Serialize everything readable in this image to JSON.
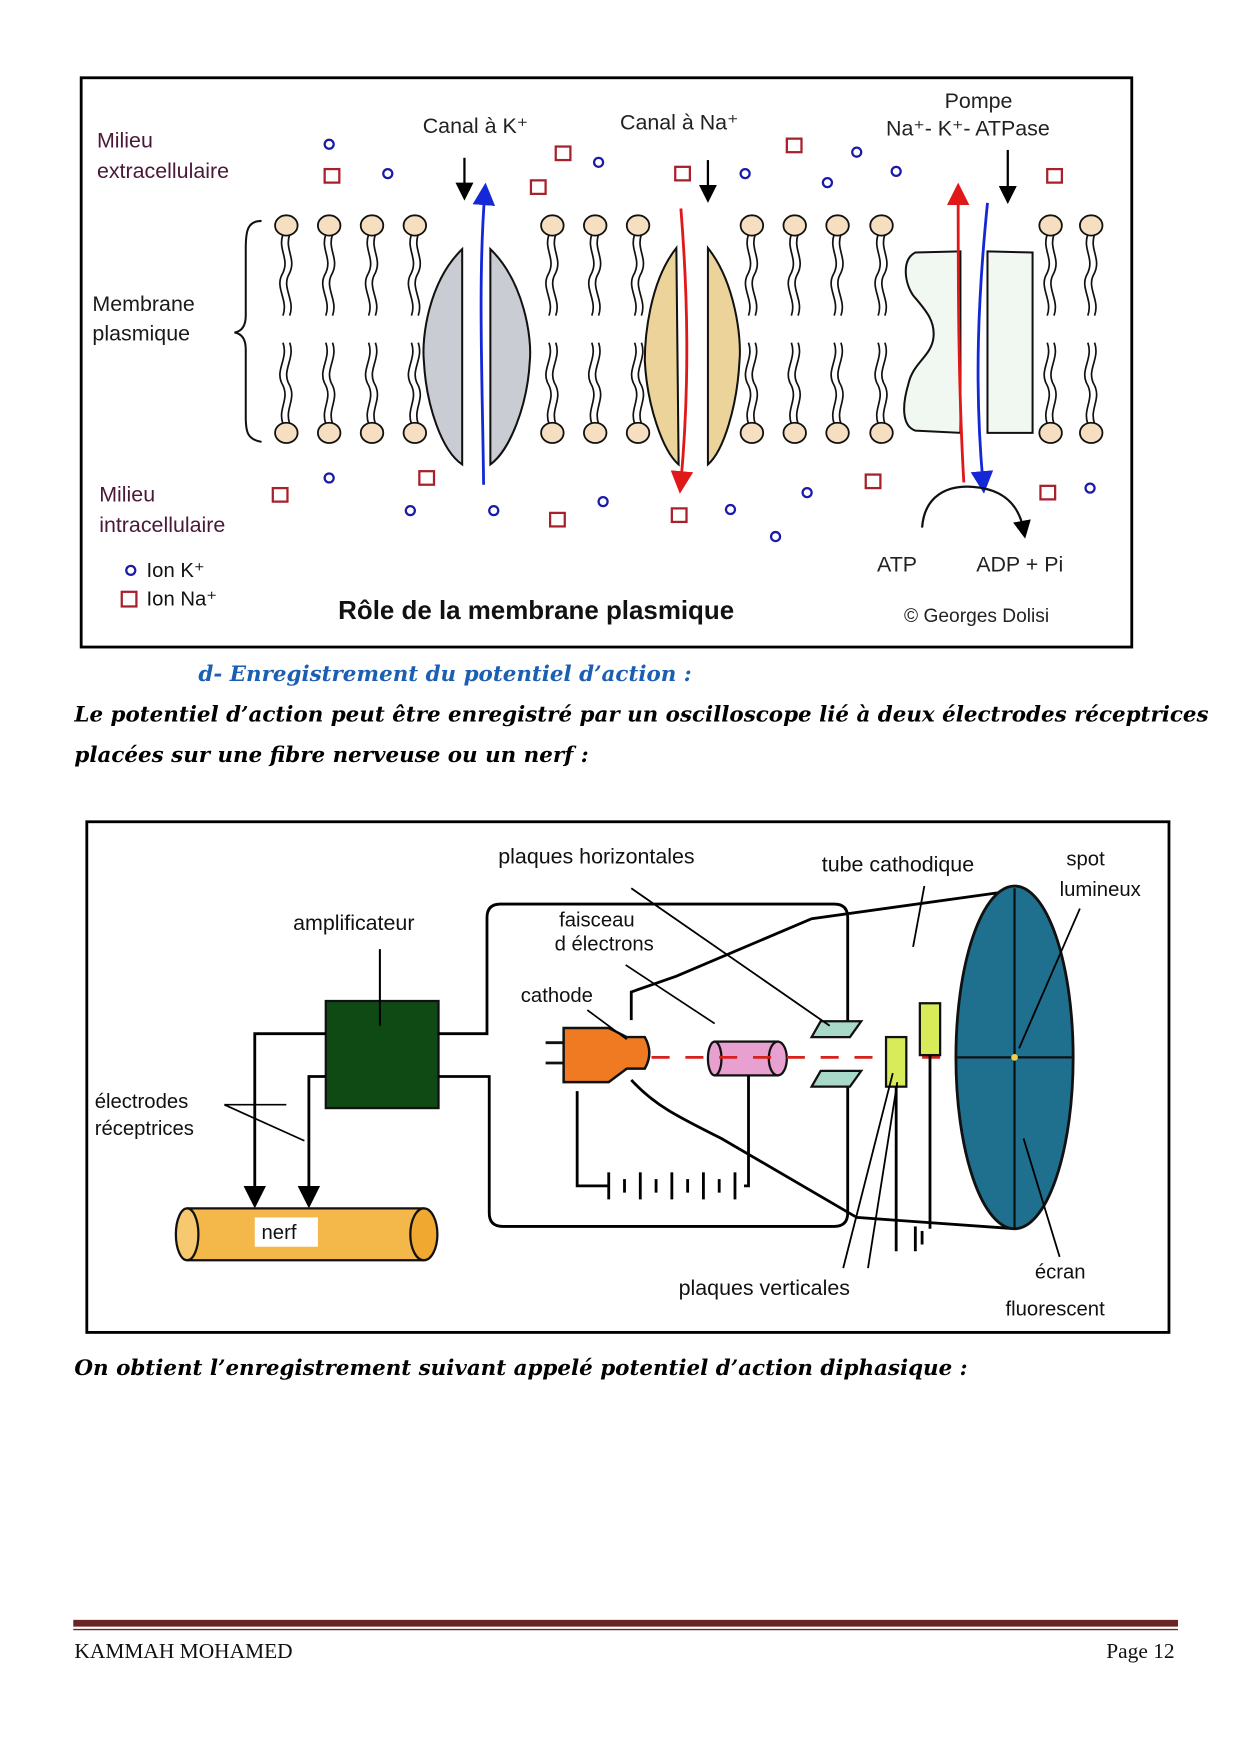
{
  "figure1": {
    "title": "Rôle de la membrane plasmique",
    "credit": "© Georges Dolisi",
    "labels": {
      "extracellular_line1": "Milieu",
      "extracellular_line2": "extracellulaire",
      "membrane_line1": "Membrane",
      "membrane_line2": "plasmique",
      "intracellular_line1": "Milieu",
      "intracellular_line2": "intracellulaire",
      "k_channel": "Canal à K⁺",
      "na_channel": "Canal à Na⁺",
      "pump_line1": "Pompe",
      "pump_line2": "Na⁺- K⁺- ATPase",
      "atp": "ATP",
      "adp": "ADP + Pi"
    },
    "legend": [
      {
        "symbol": "circle",
        "label": "Ion K⁺",
        "color": "#1a1aa8"
      },
      {
        "symbol": "square",
        "label": "Ion Na⁺",
        "color": "#a8202a"
      }
    ],
    "colors": {
      "k_ion": "#1a1aa8",
      "na_ion": "#a8202a",
      "lipid_head": "#f5dfc0",
      "k_channel_fill": "#c9ccd2",
      "na_channel_fill": "#ecd39a",
      "pump_fill": "#f1f8f1",
      "arrow_blue": "#1428d8",
      "arrow_red": "#e01818"
    }
  },
  "section": {
    "heading": "d-  Enregistrement du potentiel d’action :",
    "heading_color": "#1a5fb4",
    "paragraph_line1": "Le potentiel d’action peut être enregistré par un oscilloscope  lié à deux électrodes réceptrices",
    "paragraph_line2": "placées sur une fibre nerveuse ou un nerf :",
    "after_figure": "On obtient l’enregistrement suivant  appelé potentiel d’action diphasique :"
  },
  "figure2": {
    "labels": {
      "plaques_horizontales": "plaques horizontales",
      "tube_cathodique": "tube cathodique",
      "spot_line1": "spot",
      "spot_line2": "lumineux",
      "amplificateur": "amplificateur",
      "faisceau_line1": "faisceau",
      "faisceau_line2": "d électrons",
      "cathode": "cathode",
      "electrodes_line1": "électrodes",
      "electrodes_line2": "réceptrices",
      "nerf": "nerf",
      "plaques_verticales": "plaques verticales",
      "ecran_line1": "écran",
      "ecran_line2": "fluorescent"
    },
    "colors": {
      "amplifier": "#0f4a14",
      "cathode": "#f07a22",
      "anode": "#e7a0d0",
      "h_plates": "#a9d9c8",
      "v_plates": "#d8ec5a",
      "screen": "#1f6f8e",
      "nerve": "#f4b84a",
      "beam": "#d8201c"
    }
  },
  "footer": {
    "author": "KAMMAH MOHAMED",
    "page": "Page 12",
    "rule_color": "#6b2424"
  }
}
